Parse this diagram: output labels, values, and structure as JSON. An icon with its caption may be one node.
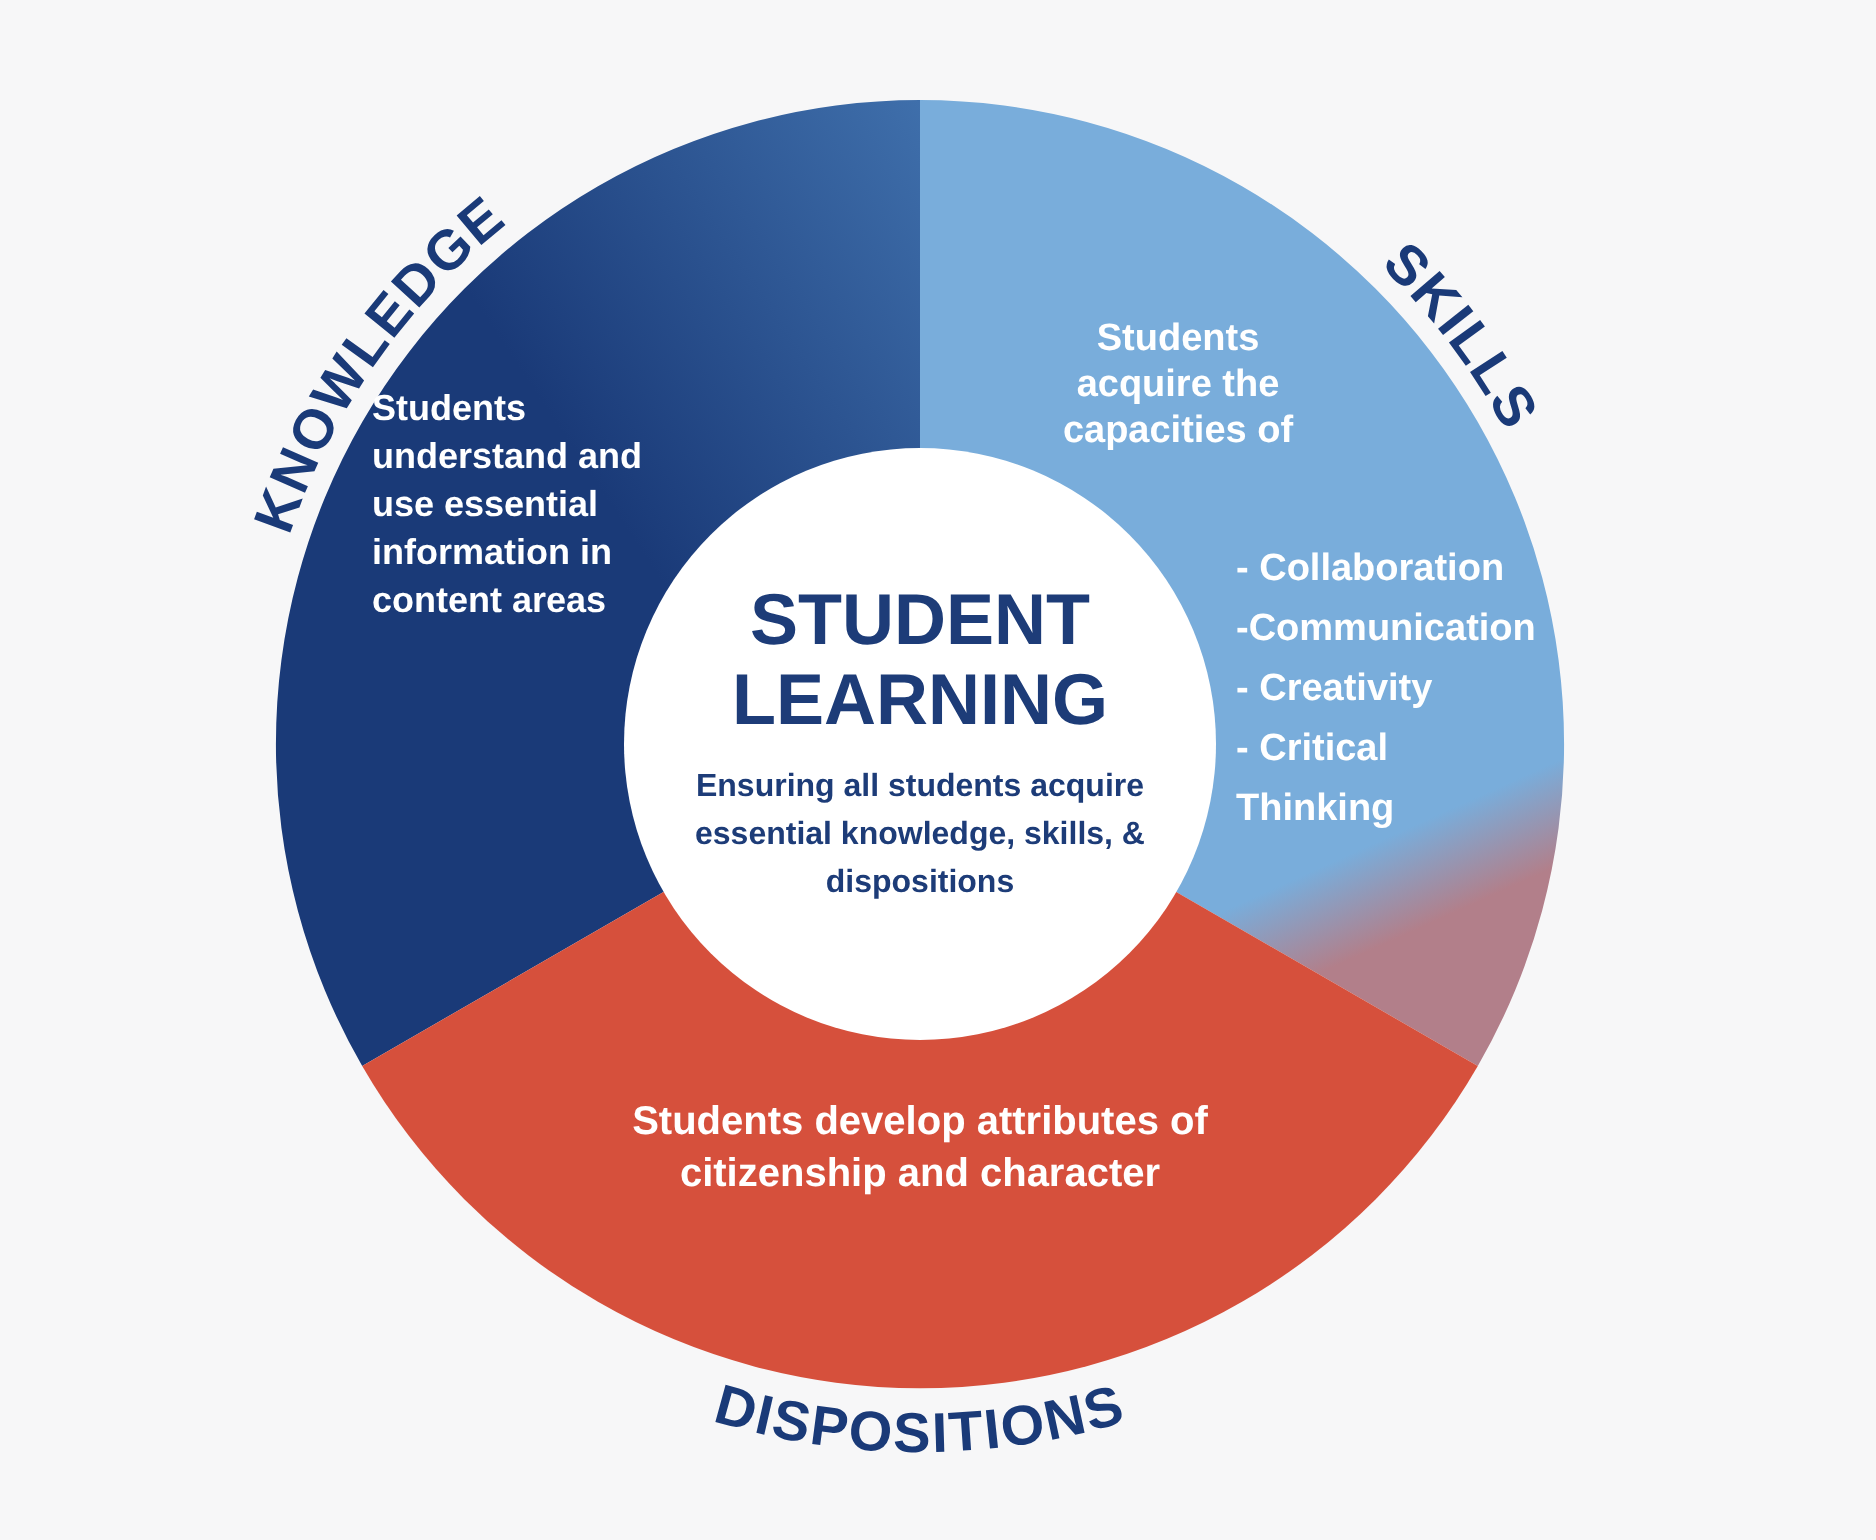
{
  "diagram": {
    "nodes": [
      {
        "text": [
          "KNOWLEDGE",
          "Students understand and use essential information in content areas"
        ]
      },
      {
        "text": [
          "SKILLS",
          "Students acquire the capacities of",
          "- Collaboration",
          "-Communication",
          "- Creativity",
          "- Critical Thinking"
        ]
      },
      {
        "text": [
          "Students develop attributes of citizenship and character",
          "DISPOSITIONS"
        ]
      },
      {
        "text": [
          "STUDENT LEARNING",
          "Ensuring all students acquire essential knowledge, skills, & dispositions"
        ]
      }
    ]
  }
}
